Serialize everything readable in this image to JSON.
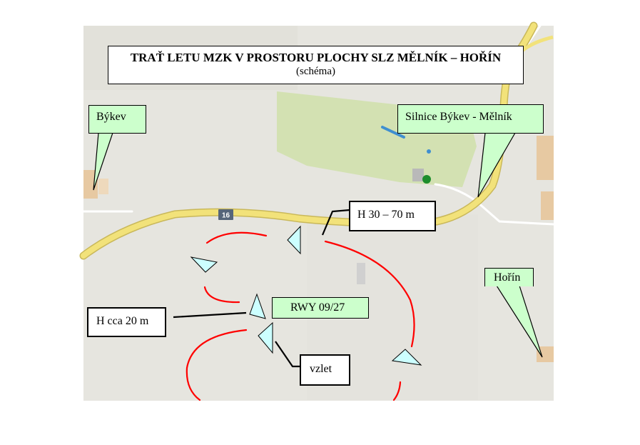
{
  "header": {
    "title": "TRAŤ LETU MZK V PROSTORU PLOCHY SLZ MĚLNÍK – HOŘÍN",
    "subtitle": "(schéma)"
  },
  "places": {
    "bykev": "Býkev",
    "road": "Silnice Býkev - Mělník",
    "horin": "Hořín"
  },
  "road_number": "16",
  "annotations": {
    "height_pattern": "H 30 – 70 m",
    "height_approach": "H cca 20 m",
    "runway": "RWY 09/27",
    "takeoff": "vzlet"
  },
  "colors": {
    "map_background": "#e6e5df",
    "airfield_grass": "#d3e1b2",
    "road": "#f2e27a",
    "flight_path": "#ff0000",
    "arrow_fill": "#ccffff",
    "callout_fill": "#ccffcc"
  }
}
